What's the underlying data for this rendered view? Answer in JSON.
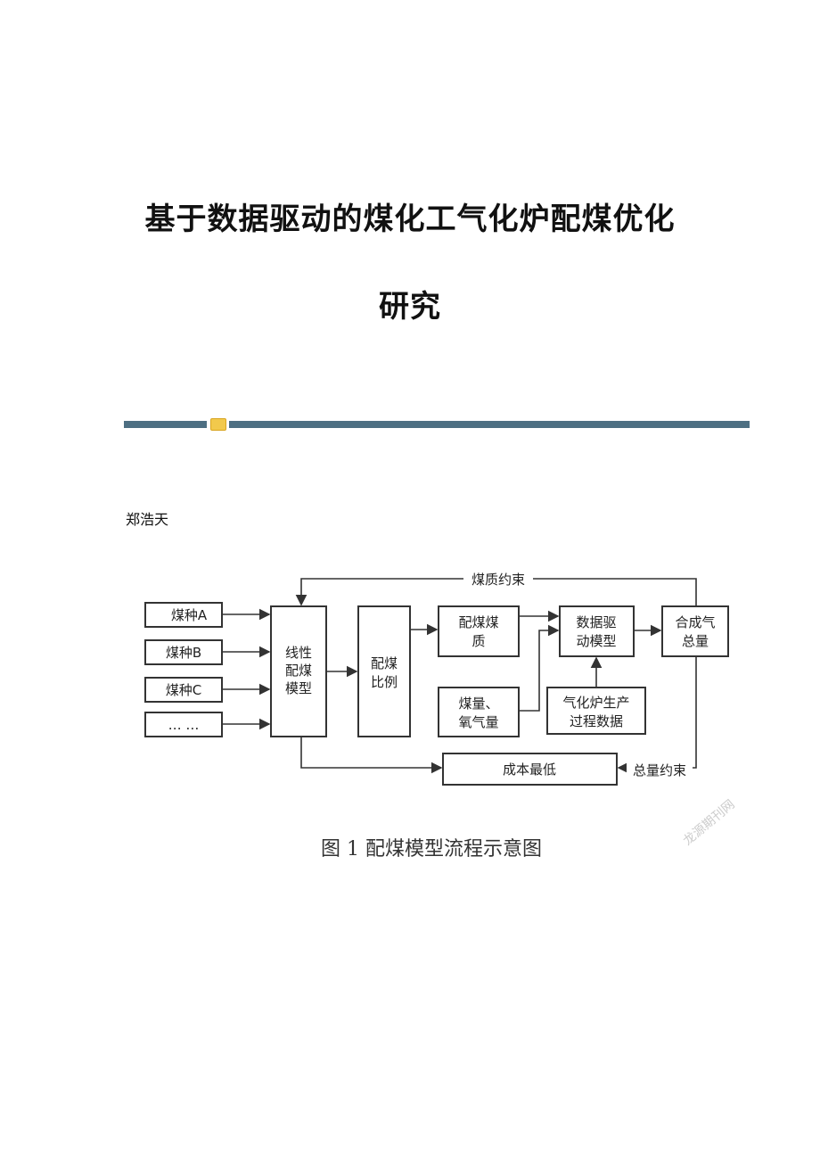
{
  "title": {
    "line1": "基于数据驱动的煤化工气化炉配煤优化",
    "line2": "研究"
  },
  "author": "郑浩天",
  "diagram": {
    "coal_a": "煤种A",
    "coal_b": "煤种B",
    "coal_c": "煤种C",
    "coal_more": "…  …",
    "linear_model": [
      "线性",
      "配煤",
      "模型"
    ],
    "ratio": [
      "配煤",
      "比例"
    ],
    "quality": [
      "配煤煤",
      "质"
    ],
    "coal_oxygen": [
      "煤量、",
      "氧气量"
    ],
    "data_model": [
      "数据驱",
      "动模型"
    ],
    "process_data": [
      "气化炉生产",
      "过程数据"
    ],
    "syngas": [
      "合成气",
      "总量"
    ],
    "min_cost": "成本最低",
    "quality_constraint": "煤质约束",
    "total_constraint": "总量约束"
  },
  "caption": "图 1 配煤模型流程示意图",
  "watermark": "龙源期刊网"
}
